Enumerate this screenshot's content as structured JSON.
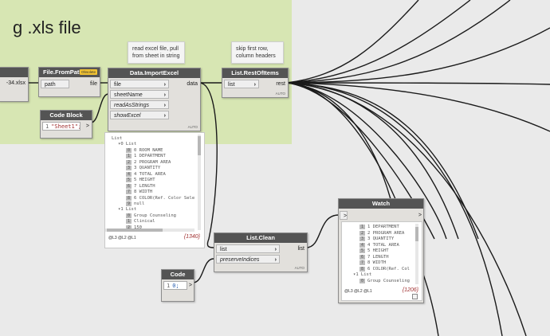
{
  "group": {
    "title": "g .xls file"
  },
  "notes": {
    "import": "read excel file, pull\nfrom sheet in string",
    "rest": "skip first row,\ncolumn headers"
  },
  "left_node": {
    "filename": "-34.xlsx"
  },
  "file_from_path": {
    "title": "File.FromPath",
    "badge": "Obsolete",
    "in": "path",
    "out": "file"
  },
  "code_block_1": {
    "title": "Code Block",
    "line": "1",
    "code": "\"Sheet1\";",
    "out": ">"
  },
  "import_excel": {
    "title": "Data.ImportExcel",
    "inputs": [
      "file",
      "sheetName",
      "readAsStrings",
      "showExcel"
    ],
    "out": "data",
    "auto": "AUTO"
  },
  "rest_of_items": {
    "title": "List.RestOfItems",
    "in": "list",
    "out": "rest",
    "auto": "AUTO"
  },
  "preview1": {
    "root": "List",
    "sub0": "0 List",
    "rows": [
      {
        "i": "0",
        "t": "0 ROOM NAME"
      },
      {
        "i": "1",
        "t": "1 DEPARTMENT"
      },
      {
        "i": "2",
        "t": "2 PROGRAM AREA"
      },
      {
        "i": "3",
        "t": "3 QUANTITY"
      },
      {
        "i": "4",
        "t": "4 TOTAL AREA"
      },
      {
        "i": "5",
        "t": "5 HEIGHT"
      },
      {
        "i": "6",
        "t": "7 LENGTH"
      },
      {
        "i": "7",
        "t": "8 WIDTH"
      },
      {
        "i": "8",
        "t": "6 COLOR(Ref. Color Sele"
      },
      {
        "i": "9",
        "t": "null"
      }
    ],
    "sub1": "1 List",
    "rows2": [
      {
        "i": "0",
        "t": "Group Counseling"
      },
      {
        "i": "1",
        "t": "Clinical"
      },
      {
        "i": "2",
        "t": "150"
      }
    ],
    "levels": "@L3 @L2 @L1",
    "count": "{1340}"
  },
  "list_clean": {
    "title": "List.Clean",
    "inputs": [
      "list",
      "preserveIndices"
    ],
    "out": "list",
    "auto": "AUTO"
  },
  "code_block_2": {
    "title": "Code Block",
    "line": "1",
    "code": "0;",
    "out": ">"
  },
  "watch": {
    "title": "Watch",
    "in": ">",
    "out": ">",
    "rows": [
      {
        "i": "1",
        "t": "1 DEPARTMENT"
      },
      {
        "i": "2",
        "t": "2 PROGRAM AREA"
      },
      {
        "i": "3",
        "t": "3 QUANTITY"
      },
      {
        "i": "4",
        "t": "4 TOTAL AREA"
      },
      {
        "i": "5",
        "t": "5 HEIGHT"
      },
      {
        "i": "6",
        "t": "7 LENGTH"
      },
      {
        "i": "7",
        "t": "8 WIDTH"
      },
      {
        "i": "8",
        "t": "6 COLOR(Ref. Col"
      }
    ],
    "sub1": "1 List",
    "rows2": [
      {
        "i": "0",
        "t": "Group Counseling"
      }
    ],
    "levels": "@L3 @L2 @L1",
    "count": "{1206}"
  },
  "colors": {
    "group": "#d7e6b3",
    "header": "#545454",
    "wire": "#1a1a1a",
    "canvas": "#eaeaea"
  }
}
